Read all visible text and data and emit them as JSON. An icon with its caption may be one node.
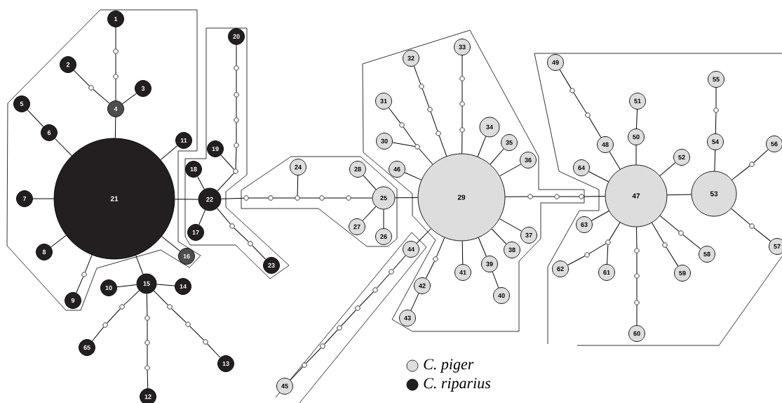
{
  "diagram": {
    "nodes": [
      {
        "text": [
          "1"
        ]
      },
      {
        "text": [
          "2"
        ]
      },
      {
        "text": [
          "3"
        ]
      },
      {
        "text": [
          "4"
        ]
      },
      {
        "text": [
          "5"
        ]
      },
      {
        "text": [
          "6"
        ]
      },
      {
        "text": [
          "7"
        ]
      },
      {
        "text": [
          "8"
        ]
      },
      {
        "text": [
          "9"
        ]
      },
      {
        "text": [
          "10"
        ]
      },
      {
        "text": [
          "11"
        ]
      },
      {
        "text": [
          "12"
        ]
      },
      {
        "text": [
          "13"
        ]
      },
      {
        "text": [
          "14"
        ]
      },
      {
        "text": [
          "15"
        ]
      },
      {
        "text": [
          "16"
        ]
      },
      {
        "text": [
          "17"
        ]
      },
      {
        "text": [
          "18"
        ]
      },
      {
        "text": [
          "19"
        ]
      },
      {
        "text": [
          "20"
        ]
      },
      {
        "text": [
          "21"
        ]
      },
      {
        "text": [
          "22"
        ]
      },
      {
        "text": [
          "23"
        ]
      },
      {
        "text": [
          "24"
        ]
      },
      {
        "text": [
          "25"
        ]
      },
      {
        "text": [
          "26"
        ]
      },
      {
        "text": [
          "27"
        ]
      },
      {
        "text": [
          "28"
        ]
      },
      {
        "text": [
          "29"
        ]
      },
      {
        "text": [
          "30"
        ]
      },
      {
        "text": [
          "31"
        ]
      },
      {
        "text": [
          "32"
        ]
      },
      {
        "text": [
          "33"
        ]
      },
      {
        "text": [
          "34"
        ]
      },
      {
        "text": [
          "35"
        ]
      },
      {
        "text": [
          "36"
        ]
      },
      {
        "text": [
          "37"
        ]
      },
      {
        "text": [
          "38"
        ]
      },
      {
        "text": [
          "39"
        ]
      },
      {
        "text": [
          "40"
        ]
      },
      {
        "text": [
          "41"
        ]
      },
      {
        "text": [
          "42"
        ]
      },
      {
        "text": [
          "43"
        ]
      },
      {
        "text": [
          "44"
        ]
      },
      {
        "text": [
          "45"
        ]
      },
      {
        "text": [
          "46"
        ]
      },
      {
        "text": [
          "47"
        ]
      },
      {
        "text": [
          "48"
        ]
      },
      {
        "text": [
          "49"
        ]
      },
      {
        "text": [
          "50"
        ]
      },
      {
        "text": [
          "51"
        ]
      },
      {
        "text": [
          "52"
        ]
      },
      {
        "text": [
          "53"
        ]
      },
      {
        "text": [
          "54"
        ]
      },
      {
        "text": [
          "55"
        ]
      },
      {
        "text": [
          "56"
        ]
      },
      {
        "text": [
          "57"
        ]
      },
      {
        "text": [
          "58"
        ]
      },
      {
        "text": [
          "59"
        ]
      },
      {
        "text": [
          "60"
        ]
      },
      {
        "text": [
          "61"
        ]
      },
      {
        "text": [
          "62"
        ]
      },
      {
        "text": [
          "63"
        ]
      },
      {
        "text": [
          "64"
        ]
      },
      {
        "text": [
          "65"
        ]
      },
      {
        "text": [],
        "shape": "circle"
      },
      {
        "text": [],
        "shape": "circle"
      },
      {
        "text": [],
        "shape": "circle"
      },
      {
        "text": [],
        "shape": "circle"
      },
      {
        "text": [],
        "shape": "circle"
      },
      {
        "text": [],
        "shape": "circle"
      },
      {
        "text": [],
        "shape": "circle"
      },
      {
        "text": [],
        "shape": "circle"
      },
      {
        "text": [],
        "shape": "circle"
      },
      {
        "text": [],
        "shape": "circle"
      },
      {
        "text": [],
        "shape": "circle"
      },
      {
        "text": [],
        "shape": "circle"
      },
      {
        "text": [],
        "shape": "circle"
      },
      {
        "text": [],
        "shape": "circle"
      },
      {
        "text": [],
        "shape": "circle"
      },
      {
        "text": [],
        "shape": "circle"
      },
      {
        "text": [],
        "shape": "circle"
      },
      {
        "text": [],
        "shape": "circle"
      },
      {
        "text": [],
        "shape": "circle"
      },
      {
        "text": [],
        "shape": "circle"
      },
      {
        "text": [],
        "shape": "circle"
      },
      {
        "text": [],
        "shape": "circle"
      },
      {
        "text": [],
        "shape": "circle"
      },
      {
        "text": [],
        "shape": "circle"
      },
      {
        "text": [],
        "shape": "circle"
      },
      {
        "text": [],
        "shape": "circle"
      },
      {
        "text": [],
        "shape": "circle"
      },
      {
        "text": [],
        "shape": "circle"
      },
      {
        "text": [],
        "shape": "circle"
      },
      {
        "text": [],
        "shape": "circle"
      },
      {
        "text": [],
        "shape": "circle"
      },
      {
        "text": [],
        "shape": "circle"
      },
      {
        "text": [],
        "shape": "circle"
      },
      {
        "text": [],
        "shape": "circle"
      },
      {
        "text": [],
        "shape": "circle"
      },
      {
        "text": [],
        "shape": "circle"
      },
      {
        "text": [],
        "shape": "circle"
      },
      {
        "text": [],
        "shape": "circle"
      },
      {
        "text": [],
        "shape": "circle"
      },
      {
        "text": [],
        "shape": "circle"
      },
      {
        "text": [],
        "shape": "circle"
      },
      {
        "text": [],
        "shape": "circle"
      },
      {
        "text": [],
        "shape": "circle"
      },
      {
        "text": [],
        "shape": "circle"
      },
      {
        "text": [],
        "shape": "circle"
      },
      {
        "text": [],
        "shape": "circle"
      },
      {
        "text": [],
        "shape": "circle"
      },
      {
        "text": [],
        "shape": "circle"
      },
      {
        "text": [],
        "shape": "circle"
      },
      {
        "text": [],
        "shape": "circle"
      },
      {
        "text": [],
        "shape": "circle"
      },
      {
        "text": [],
        "shape": "circle"
      },
      {
        "text": [],
        "shape": "circle"
      },
      {
        "text": [],
        "shape": "circle"
      }
    ],
    "edges": [
      {
        "from": 0,
        "to": 65,
        "arrow": "none"
      },
      {
        "from": 65,
        "to": 66,
        "arrow": "none"
      },
      {
        "from": 66,
        "to": 3,
        "arrow": "none"
      },
      {
        "from": 1,
        "to": 67,
        "arrow": "none"
      },
      {
        "from": 67,
        "to": 3,
        "arrow": "none"
      },
      {
        "from": 2,
        "to": 3,
        "arrow": "none"
      },
      {
        "from": 3,
        "to": 20,
        "arrow": "none"
      },
      {
        "from": 4,
        "to": 5,
        "arrow": "none"
      },
      {
        "from": 5,
        "to": 20,
        "arrow": "none"
      },
      {
        "from": 6,
        "to": 20,
        "arrow": "none"
      },
      {
        "from": 7,
        "to": 20,
        "arrow": "none"
      },
      {
        "from": 8,
        "to": 68,
        "arrow": "none"
      },
      {
        "from": 68,
        "to": 20,
        "arrow": "none"
      },
      {
        "from": 10,
        "to": 20,
        "arrow": "none"
      },
      {
        "from": 15,
        "to": 20,
        "arrow": "none"
      },
      {
        "from": 20,
        "to": 14,
        "arrow": "none"
      },
      {
        "from": 9,
        "to": 14,
        "arrow": "none"
      },
      {
        "from": 13,
        "to": 14,
        "arrow": "none"
      },
      {
        "from": 14,
        "to": 69,
        "arrow": "none"
      },
      {
        "from": 69,
        "to": 70,
        "arrow": "none"
      },
      {
        "from": 70,
        "to": 64,
        "arrow": "none"
      },
      {
        "from": 14,
        "to": 71,
        "arrow": "none"
      },
      {
        "from": 71,
        "to": 72,
        "arrow": "none"
      },
      {
        "from": 72,
        "to": 73,
        "arrow": "none"
      },
      {
        "from": 73,
        "to": 11,
        "arrow": "none"
      },
      {
        "from": 14,
        "to": 74,
        "arrow": "none"
      },
      {
        "from": 74,
        "to": 75,
        "arrow": "none"
      },
      {
        "from": 75,
        "to": 76,
        "arrow": "none"
      },
      {
        "from": 76,
        "to": 12,
        "arrow": "none"
      },
      {
        "from": 20,
        "to": 21,
        "arrow": "none"
      },
      {
        "from": 17,
        "to": 21,
        "arrow": "none"
      },
      {
        "from": 16,
        "to": 21,
        "arrow": "none"
      },
      {
        "from": 19,
        "to": 77,
        "arrow": "none"
      },
      {
        "from": 77,
        "to": 78,
        "arrow": "none"
      },
      {
        "from": 78,
        "to": 79,
        "arrow": "none"
      },
      {
        "from": 79,
        "to": 80,
        "arrow": "none"
      },
      {
        "from": 80,
        "to": 81,
        "arrow": "none"
      },
      {
        "from": 18,
        "to": 81,
        "arrow": "none"
      },
      {
        "from": 81,
        "to": 21,
        "arrow": "none"
      },
      {
        "from": 21,
        "to": 82,
        "arrow": "none"
      },
      {
        "from": 82,
        "to": 83,
        "arrow": "none"
      },
      {
        "from": 83,
        "to": 22,
        "arrow": "none"
      },
      {
        "from": 21,
        "to": 84,
        "arrow": "none"
      },
      {
        "from": 84,
        "to": 85,
        "arrow": "none"
      },
      {
        "from": 85,
        "to": 86,
        "arrow": "none"
      },
      {
        "from": 86,
        "to": 87,
        "arrow": "none"
      },
      {
        "from": 87,
        "to": 88,
        "arrow": "none"
      },
      {
        "from": 88,
        "to": 24,
        "arrow": "none"
      },
      {
        "from": 23,
        "to": 86,
        "arrow": "none"
      },
      {
        "from": 27,
        "to": 24,
        "arrow": "none"
      },
      {
        "from": 26,
        "to": 24,
        "arrow": "none"
      },
      {
        "from": 25,
        "to": 24,
        "arrow": "none"
      },
      {
        "from": 24,
        "to": 28,
        "arrow": "none"
      },
      {
        "from": 45,
        "to": 28,
        "arrow": "none"
      },
      {
        "from": 30,
        "to": 89,
        "arrow": "none"
      },
      {
        "from": 89,
        "to": 90,
        "arrow": "none"
      },
      {
        "from": 29,
        "to": 90,
        "arrow": "none"
      },
      {
        "from": 90,
        "to": 28,
        "arrow": "none"
      },
      {
        "from": 31,
        "to": 91,
        "arrow": "none"
      },
      {
        "from": 91,
        "to": 92,
        "arrow": "none"
      },
      {
        "from": 92,
        "to": 93,
        "arrow": "none"
      },
      {
        "from": 93,
        "to": 28,
        "arrow": "none"
      },
      {
        "from": 32,
        "to": 94,
        "arrow": "none"
      },
      {
        "from": 94,
        "to": 95,
        "arrow": "none"
      },
      {
        "from": 95,
        "to": 96,
        "arrow": "none"
      },
      {
        "from": 96,
        "to": 28,
        "arrow": "none"
      },
      {
        "from": 33,
        "to": 28,
        "arrow": "none"
      },
      {
        "from": 34,
        "to": 28,
        "arrow": "none"
      },
      {
        "from": 35,
        "to": 28,
        "arrow": "none"
      },
      {
        "from": 36,
        "to": 28,
        "arrow": "none"
      },
      {
        "from": 37,
        "to": 28,
        "arrow": "none"
      },
      {
        "from": 38,
        "to": 28,
        "arrow": "none"
      },
      {
        "from": 39,
        "to": 38,
        "arrow": "none"
      },
      {
        "from": 40,
        "to": 28,
        "arrow": "none"
      },
      {
        "from": 28,
        "to": 97,
        "arrow": "none"
      },
      {
        "from": 97,
        "to": 41,
        "arrow": "none"
      },
      {
        "from": 41,
        "to": 42,
        "arrow": "none"
      },
      {
        "from": 28,
        "to": 43,
        "arrow": "none"
      },
      {
        "from": 43,
        "to": 98,
        "arrow": "none"
      },
      {
        "from": 98,
        "to": 99,
        "arrow": "none"
      },
      {
        "from": 99,
        "to": 100,
        "arrow": "none"
      },
      {
        "from": 100,
        "to": 101,
        "arrow": "none"
      },
      {
        "from": 101,
        "to": 102,
        "arrow": "none"
      },
      {
        "from": 102,
        "to": 103,
        "arrow": "none"
      },
      {
        "from": 103,
        "to": 44,
        "arrow": "none"
      },
      {
        "from": 28,
        "to": 104,
        "arrow": "none"
      },
      {
        "from": 104,
        "to": 105,
        "arrow": "none"
      },
      {
        "from": 105,
        "to": 106,
        "arrow": "none"
      },
      {
        "from": 106,
        "to": 46,
        "arrow": "none"
      },
      {
        "from": 46,
        "to": 52,
        "arrow": "none"
      },
      {
        "from": 48,
        "to": 107,
        "arrow": "none"
      },
      {
        "from": 107,
        "to": 108,
        "arrow": "none"
      },
      {
        "from": 108,
        "to": 47,
        "arrow": "none"
      },
      {
        "from": 47,
        "to": 46,
        "arrow": "none"
      },
      {
        "from": 50,
        "to": 49,
        "arrow": "none"
      },
      {
        "from": 49,
        "to": 46,
        "arrow": "none"
      },
      {
        "from": 51,
        "to": 46,
        "arrow": "none"
      },
      {
        "from": 63,
        "to": 46,
        "arrow": "none"
      },
      {
        "from": 62,
        "to": 46,
        "arrow": "none"
      },
      {
        "from": 46,
        "to": 109,
        "arrow": "none"
      },
      {
        "from": 60,
        "to": 109,
        "arrow": "none"
      },
      {
        "from": 61,
        "to": 110,
        "arrow": "none"
      },
      {
        "from": 110,
        "to": 109,
        "arrow": "none"
      },
      {
        "from": 46,
        "to": 111,
        "arrow": "none"
      },
      {
        "from": 111,
        "to": 112,
        "arrow": "none"
      },
      {
        "from": 112,
        "to": 113,
        "arrow": "none"
      },
      {
        "from": 113,
        "to": 59,
        "arrow": "none"
      },
      {
        "from": 46,
        "to": 114,
        "arrow": "none"
      },
      {
        "from": 114,
        "to": 58,
        "arrow": "none"
      },
      {
        "from": 46,
        "to": 115,
        "arrow": "none"
      },
      {
        "from": 115,
        "to": 57,
        "arrow": "none"
      },
      {
        "from": 54,
        "to": 116,
        "arrow": "none"
      },
      {
        "from": 116,
        "to": 53,
        "arrow": "none"
      },
      {
        "from": 53,
        "to": 52,
        "arrow": "none"
      },
      {
        "from": 52,
        "to": 117,
        "arrow": "none"
      },
      {
        "from": 117,
        "to": 55,
        "arrow": "none"
      },
      {
        "from": 52,
        "to": 118,
        "arrow": "none"
      },
      {
        "from": 118,
        "to": 56,
        "arrow": "none"
      }
    ],
    "legend": [
      {
        "text": "C. piger",
        "color": "#dddddd"
      },
      {
        "text": "C. riparius",
        "color": "#231f20"
      }
    ]
  }
}
